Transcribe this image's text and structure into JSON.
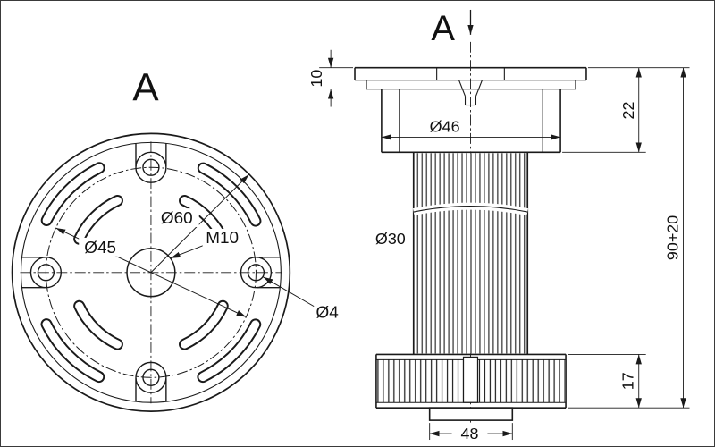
{
  "page": {
    "background": "#ffffff",
    "line_color": "#1a1a1a"
  },
  "top_view": {
    "view_label": "A",
    "dim_outer": "Ø60",
    "dim_bolt_circle": "Ø45",
    "dim_thread": "M10",
    "dim_hole": "Ø4"
  },
  "side_view": {
    "view_label": "A",
    "dim_plate_thickness": "10",
    "dim_flange_diameter": "Ø46",
    "dim_flange_height": "22",
    "dim_column_diameter": "Ø30",
    "dim_nut_height": "17",
    "dim_total_height": "90+20",
    "dim_base_width": "48"
  }
}
